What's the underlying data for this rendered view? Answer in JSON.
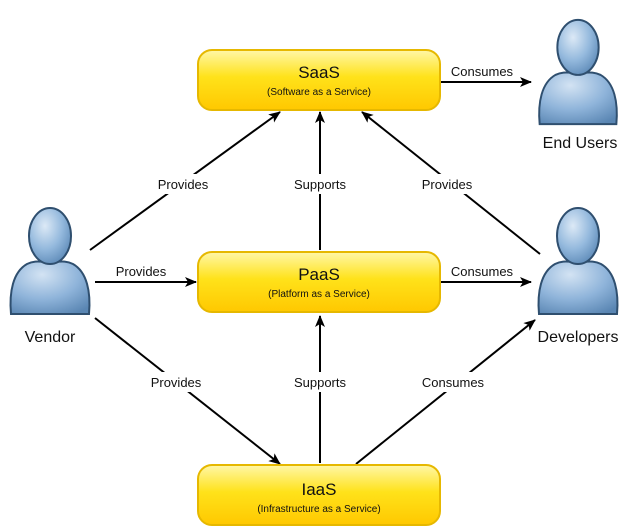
{
  "colors": {
    "box_fill_light": "#fff07a",
    "box_fill_dark": "#ffd000",
    "box_stroke": "#e8b800",
    "person_fill_light": "#b9d2ea",
    "person_fill_dark": "#6f9cc8",
    "person_stroke": "#2f4f6f",
    "arrow": "#000000"
  },
  "boxes": {
    "saas": {
      "title": "SaaS",
      "subtitle": "(Software as a Service)"
    },
    "paas": {
      "title": "PaaS",
      "subtitle": "(Platform as a Service)"
    },
    "iaas": {
      "title": "IaaS",
      "subtitle": "(Infrastructure as a Service)"
    }
  },
  "actors": {
    "vendor": {
      "label": "Vendor",
      "icon": "person-icon"
    },
    "end_users": {
      "label": "End Users",
      "icon": "person-icon"
    },
    "developers": {
      "label": "Developers",
      "icon": "person-icon"
    }
  },
  "edges": {
    "vendor_saas": "Provides",
    "vendor_paas": "Provides",
    "vendor_iaas": "Provides",
    "paas_saas": "Supports",
    "iaas_paas": "Supports",
    "developers_saas": "Provides",
    "saas_end_users": "Consumes",
    "paas_developers": "Consumes",
    "iaas_developers": "Consumes"
  }
}
